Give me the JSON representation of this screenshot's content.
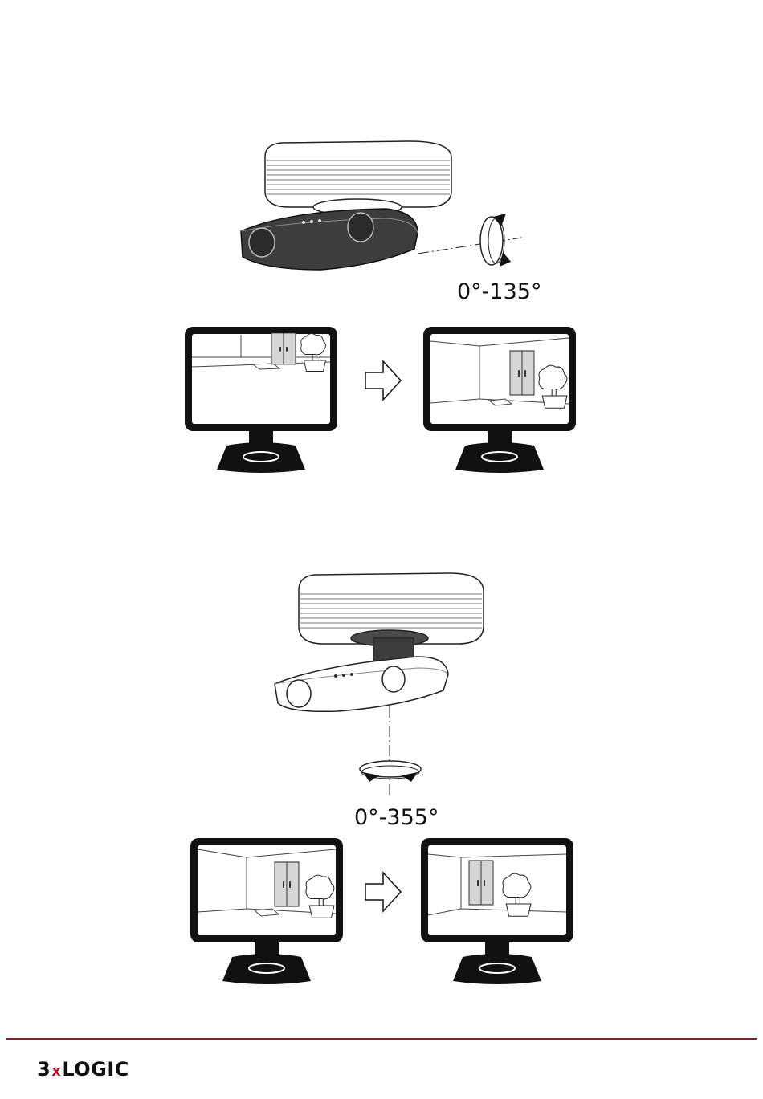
{
  "tilt": {
    "range_label": "0°-135°"
  },
  "pan": {
    "range_label": "0°-355°"
  },
  "footer": {
    "logo_prefix": "3",
    "logo_x": "x",
    "logo_suffix": "LOGIC",
    "rule_color": "#8e1b32",
    "accent_color": "#b5122e"
  },
  "icons": [
    "camera-tilt-illustration",
    "rotation-arrow-icon",
    "monitor-icon",
    "next-arrow-icon",
    "camera-pan-illustration"
  ]
}
